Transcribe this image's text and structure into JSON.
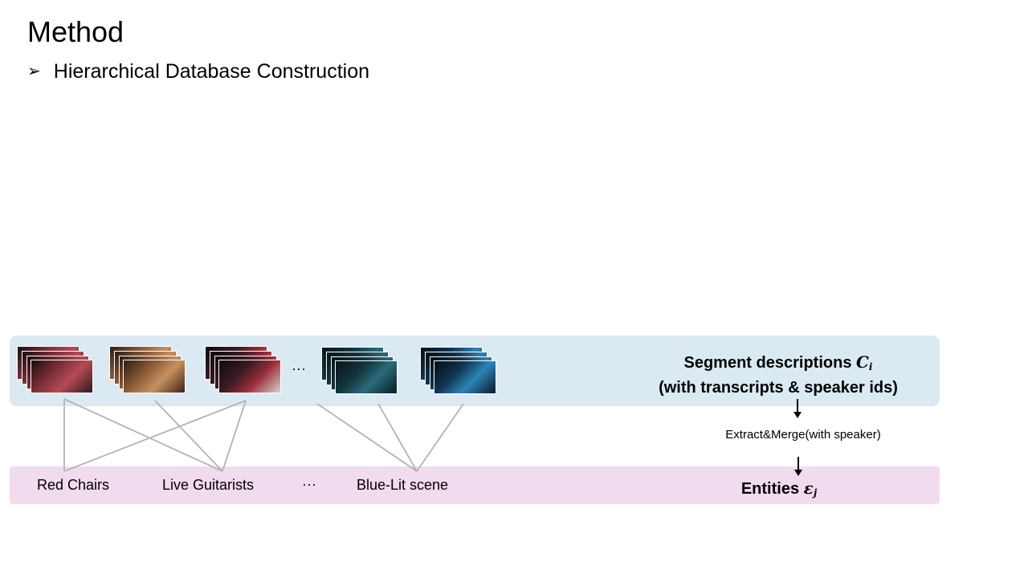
{
  "slide": {
    "title": "Method",
    "bullet": "Hierarchical Database Construction"
  },
  "segments": {
    "description_title": "Segment descriptions",
    "description_symbol": "C",
    "description_subscript": "i",
    "description_note": "(with transcripts & speaker ids)",
    "ellipsis": "⋯",
    "thumbnails": [
      {
        "name": "red-chairs-stage",
        "colors": [
          "#1a0c10",
          "#7a2e36",
          "#b44a55",
          "#2b1a20"
        ]
      },
      {
        "name": "guitarist-stage",
        "colors": [
          "#2a1c14",
          "#8a5a36",
          "#c89060",
          "#3a2418"
        ]
      },
      {
        "name": "red-graphics",
        "colors": [
          "#0e0a0c",
          "#3a1a22",
          "#9a2c3a",
          "#d8d0d0"
        ]
      },
      {
        "name": "blue-street",
        "colors": [
          "#081418",
          "#12343c",
          "#2a6a7a",
          "#0a1c22"
        ]
      },
      {
        "name": "blue-performers",
        "colors": [
          "#050c14",
          "#103450",
          "#2c84b8",
          "#0a1a28"
        ]
      }
    ]
  },
  "process": {
    "step_label": "Extract&Merge(with speaker)"
  },
  "entities": {
    "label": "Entities",
    "symbol": "ε",
    "subscript": "j",
    "ellipsis": "⋯",
    "items": [
      {
        "label": "Red Chairs"
      },
      {
        "label": "Live Guitarists"
      },
      {
        "label": "Blue-Lit scene"
      }
    ]
  },
  "colors": {
    "segment_band": "#dbe9f2",
    "entity_band": "#f1dbee",
    "link_line": "#b4b4b4"
  }
}
